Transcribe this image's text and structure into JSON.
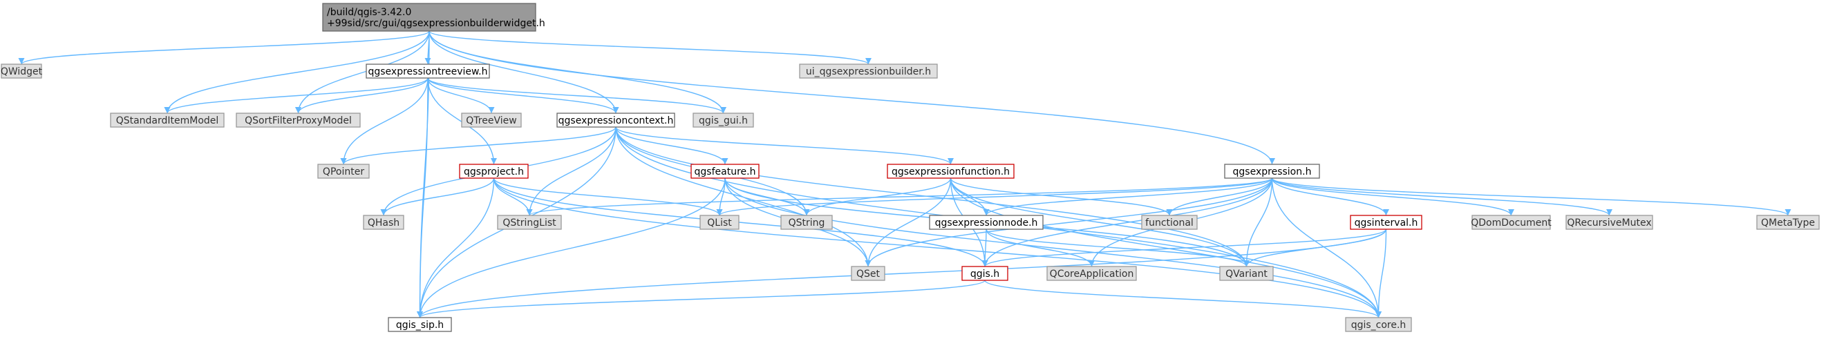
{
  "colors": {
    "edge": "#63b8ff",
    "root_fill": "#999999",
    "external_fill": "#e0e0e0",
    "normal_fill": "#ffffff",
    "incomplete_border": "#cc0000"
  },
  "nodes": [
    {
      "id": "root",
      "lines": [
        "/build/qgis-3.42.0",
        "+99sid/src/gui/qgsexpressionbuilderwidget.h"
      ],
      "kind": "root"
    },
    {
      "id": "qwidget",
      "lines": [
        "QWidget"
      ],
      "kind": "ext"
    },
    {
      "id": "treeview",
      "lines": [
        "qgsexpressiontreeview.h"
      ],
      "kind": "normal"
    },
    {
      "id": "ui_builder",
      "lines": [
        "ui_qgsexpressionbuilder.h"
      ],
      "kind": "ext"
    },
    {
      "id": "qstandarditemmodel",
      "lines": [
        "QStandardItemModel"
      ],
      "kind": "ext"
    },
    {
      "id": "qsortfilter",
      "lines": [
        "QSortFilterProxyModel"
      ],
      "kind": "ext"
    },
    {
      "id": "qtreeview",
      "lines": [
        "QTreeView"
      ],
      "kind": "ext"
    },
    {
      "id": "context",
      "lines": [
        "qgsexpressioncontext.h"
      ],
      "kind": "normal"
    },
    {
      "id": "qgis_gui",
      "lines": [
        "qgis_gui.h"
      ],
      "kind": "ext"
    },
    {
      "id": "qpointer",
      "lines": [
        "QPointer"
      ],
      "kind": "ext"
    },
    {
      "id": "project",
      "lines": [
        "qgsproject.h"
      ],
      "kind": "red"
    },
    {
      "id": "feature",
      "lines": [
        "qgsfeature.h"
      ],
      "kind": "red"
    },
    {
      "id": "exprfunction",
      "lines": [
        "qgsexpressionfunction.h"
      ],
      "kind": "red"
    },
    {
      "id": "expression",
      "lines": [
        "qgsexpression.h"
      ],
      "kind": "normal"
    },
    {
      "id": "qhash",
      "lines": [
        "QHash"
      ],
      "kind": "ext"
    },
    {
      "id": "qstringlist",
      "lines": [
        "QStringList"
      ],
      "kind": "ext"
    },
    {
      "id": "qlist",
      "lines": [
        "QList"
      ],
      "kind": "ext"
    },
    {
      "id": "qstring",
      "lines": [
        "QString"
      ],
      "kind": "ext"
    },
    {
      "id": "exprnode",
      "lines": [
        "qgsexpressionnode.h"
      ],
      "kind": "normal"
    },
    {
      "id": "functional",
      "lines": [
        "functional"
      ],
      "kind": "ext"
    },
    {
      "id": "interval",
      "lines": [
        "qgsinterval.h"
      ],
      "kind": "red"
    },
    {
      "id": "qdomdocument",
      "lines": [
        "QDomDocument"
      ],
      "kind": "ext"
    },
    {
      "id": "qrecursivemutex",
      "lines": [
        "QRecursiveMutex"
      ],
      "kind": "ext"
    },
    {
      "id": "qmetatype",
      "lines": [
        "QMetaType"
      ],
      "kind": "ext"
    },
    {
      "id": "qset",
      "lines": [
        "QSet"
      ],
      "kind": "ext"
    },
    {
      "id": "qgis_h",
      "lines": [
        "qgis.h"
      ],
      "kind": "red"
    },
    {
      "id": "qcoreapplication",
      "lines": [
        "QCoreApplication"
      ],
      "kind": "ext"
    },
    {
      "id": "qvariant",
      "lines": [
        "QVariant"
      ],
      "kind": "ext"
    },
    {
      "id": "qgis_sip",
      "lines": [
        "qgis_sip.h"
      ],
      "kind": "normal"
    },
    {
      "id": "qgis_core",
      "lines": [
        "qgis_core.h"
      ],
      "kind": "ext"
    }
  ],
  "edges": [
    {
      "from": "root",
      "to": "qwidget"
    },
    {
      "from": "root",
      "to": "treeview"
    },
    {
      "from": "root",
      "to": "ui_builder"
    },
    {
      "from": "root",
      "to": "qstandarditemmodel"
    },
    {
      "from": "root",
      "to": "qsortfilter"
    },
    {
      "from": "root",
      "to": "context"
    },
    {
      "from": "root",
      "to": "qgis_gui"
    },
    {
      "from": "root",
      "to": "expression"
    },
    {
      "from": "root",
      "to": "qgis_sip"
    },
    {
      "from": "treeview",
      "to": "qstandarditemmodel"
    },
    {
      "from": "treeview",
      "to": "qsortfilter"
    },
    {
      "from": "treeview",
      "to": "qtreeview"
    },
    {
      "from": "treeview",
      "to": "context"
    },
    {
      "from": "treeview",
      "to": "qgis_gui"
    },
    {
      "from": "treeview",
      "to": "qpointer"
    },
    {
      "from": "treeview",
      "to": "project"
    },
    {
      "from": "treeview",
      "to": "qgis_sip"
    },
    {
      "from": "context",
      "to": "qpointer"
    },
    {
      "from": "context",
      "to": "qhash"
    },
    {
      "from": "context",
      "to": "qstringlist"
    },
    {
      "from": "context",
      "to": "feature"
    },
    {
      "from": "context",
      "to": "qstring"
    },
    {
      "from": "context",
      "to": "exprfunction"
    },
    {
      "from": "context",
      "to": "qset"
    },
    {
      "from": "context",
      "to": "qvariant"
    },
    {
      "from": "context",
      "to": "qgis_core"
    },
    {
      "from": "context",
      "to": "qgis_sip"
    },
    {
      "from": "project",
      "to": "qhash"
    },
    {
      "from": "project",
      "to": "qstringlist"
    },
    {
      "from": "project",
      "to": "qlist"
    },
    {
      "from": "project",
      "to": "qgis_h"
    },
    {
      "from": "project",
      "to": "qgis_sip"
    },
    {
      "from": "project",
      "to": "qgis_core"
    },
    {
      "from": "feature",
      "to": "qlist"
    },
    {
      "from": "feature",
      "to": "qstring"
    },
    {
      "from": "feature",
      "to": "qset"
    },
    {
      "from": "feature",
      "to": "qvariant"
    },
    {
      "from": "feature",
      "to": "qgis_core"
    },
    {
      "from": "feature",
      "to": "qgis_sip"
    },
    {
      "from": "exprfunction",
      "to": "qstring"
    },
    {
      "from": "exprfunction",
      "to": "exprnode"
    },
    {
      "from": "exprfunction",
      "to": "functional"
    },
    {
      "from": "exprfunction",
      "to": "qset"
    },
    {
      "from": "exprfunction",
      "to": "qgis_h"
    },
    {
      "from": "exprfunction",
      "to": "qvariant"
    },
    {
      "from": "exprfunction",
      "to": "qgis_core"
    },
    {
      "from": "expression",
      "to": "qstringlist"
    },
    {
      "from": "expression",
      "to": "qlist"
    },
    {
      "from": "expression",
      "to": "exprnode"
    },
    {
      "from": "expression",
      "to": "functional"
    },
    {
      "from": "expression",
      "to": "interval"
    },
    {
      "from": "expression",
      "to": "qdomdocument"
    },
    {
      "from": "expression",
      "to": "qrecursivemutex"
    },
    {
      "from": "expression",
      "to": "qmetatype"
    },
    {
      "from": "expression",
      "to": "qset"
    },
    {
      "from": "expression",
      "to": "qgis_h"
    },
    {
      "from": "expression",
      "to": "qcoreapplication"
    },
    {
      "from": "expression",
      "to": "qvariant"
    },
    {
      "from": "expression",
      "to": "qgis_core"
    },
    {
      "from": "exprnode",
      "to": "qgis_h"
    },
    {
      "from": "exprnode",
      "to": "qcoreapplication"
    },
    {
      "from": "exprnode",
      "to": "qvariant"
    },
    {
      "from": "interval",
      "to": "qgis_h"
    },
    {
      "from": "interval",
      "to": "qvariant"
    },
    {
      "from": "interval",
      "to": "qgis_core"
    },
    {
      "from": "interval",
      "to": "qgis_sip"
    },
    {
      "from": "qgis_h",
      "to": "qgis_sip"
    },
    {
      "from": "qgis_h",
      "to": "qgis_core"
    }
  ]
}
